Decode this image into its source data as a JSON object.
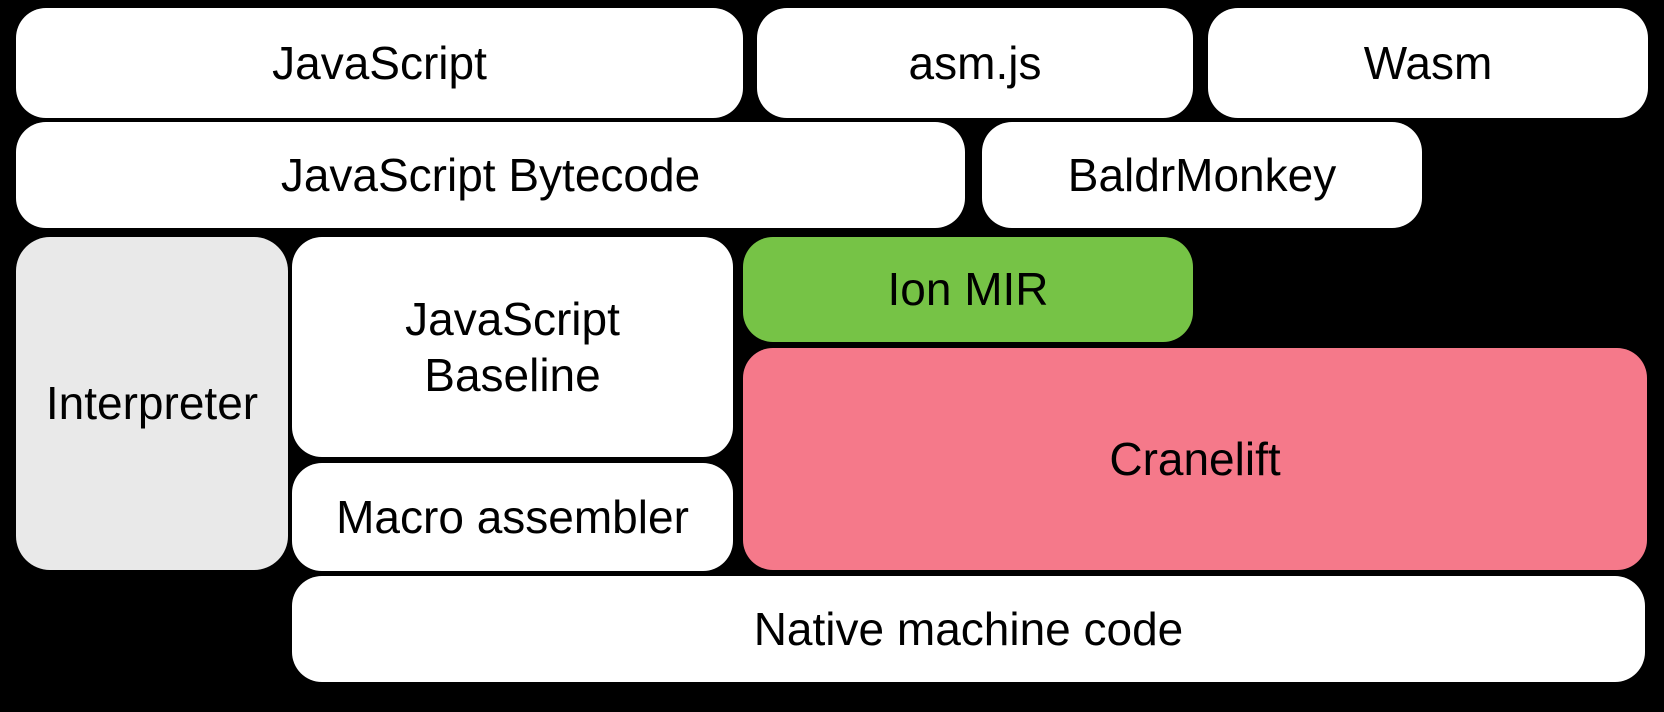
{
  "diagram": {
    "title": "SpiderMonkey compilation pipeline diagram",
    "background_color": "#000000",
    "text_color": "#000000",
    "default_box_color": "#FFFFFF",
    "accent_colors": {
      "green": "#76C346",
      "pink": "#F5798A",
      "grey": "#E9E9E9"
    },
    "boxes": {
      "javascript": {
        "label": "JavaScript",
        "fill": "#FFFFFF"
      },
      "asmjs": {
        "label": "asm.js",
        "fill": "#FFFFFF"
      },
      "wasm": {
        "label": "Wasm",
        "fill": "#FFFFFF"
      },
      "javascript_bytecode": {
        "label": "JavaScript Bytecode",
        "fill": "#FFFFFF"
      },
      "baldrmonkey": {
        "label": "BaldrMonkey",
        "fill": "#FFFFFF"
      },
      "interpreter": {
        "label": "Interpreter",
        "fill": "#E9E9E9"
      },
      "javascript_baseline": {
        "label": "JavaScript Baseline",
        "fill": "#FFFFFF"
      },
      "ion_mir": {
        "label": "Ion MIR",
        "fill": "#76C346"
      },
      "cranelift": {
        "label": "Cranelift",
        "fill": "#F5798A"
      },
      "macro_assembler": {
        "label": "Macro assembler",
        "fill": "#FFFFFF"
      },
      "native_machine_code": {
        "label": "Native machine code",
        "fill": "#FFFFFF"
      }
    }
  }
}
